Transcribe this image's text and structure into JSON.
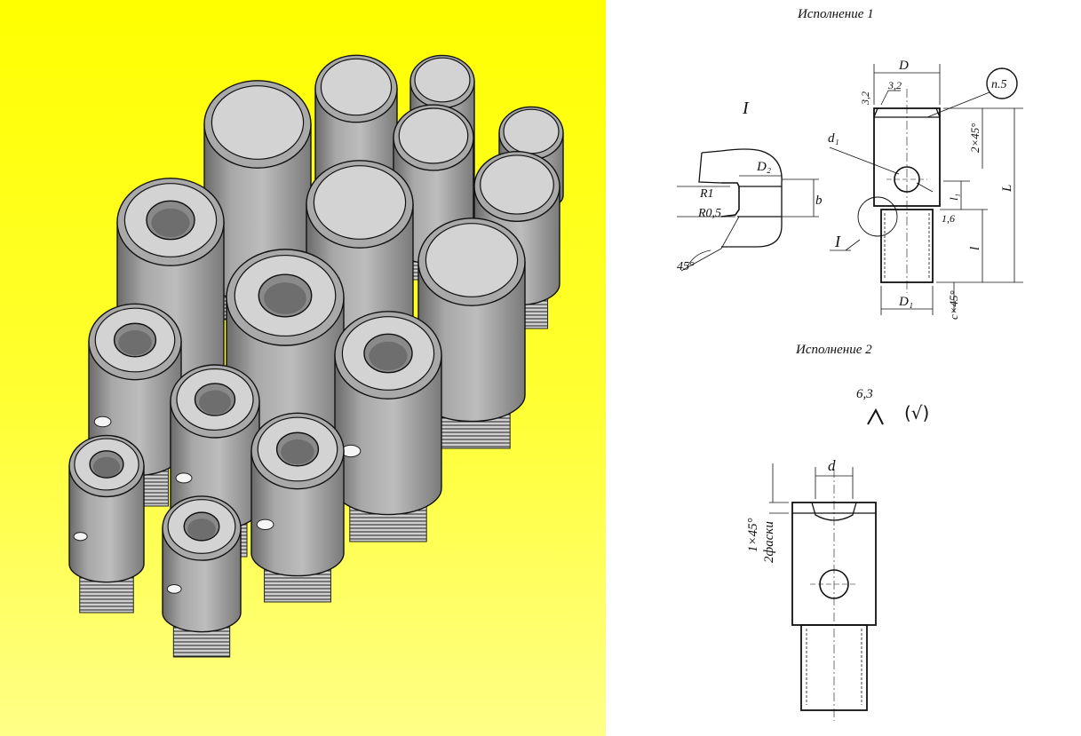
{
  "titles": {
    "variant_1": "Исполнение 1",
    "variant_2": "Исполнение 2"
  },
  "drawing_1": {
    "roman_numeral": "I",
    "leader_tag": "п.5",
    "roughness": "3,2",
    "dimensions": {
      "D": "D",
      "D1": "D₁",
      "D2": "D₂",
      "d1": "d₁",
      "b": "b",
      "R1": "R1",
      "R0_5": "R0,5",
      "angle": "45°",
      "chamfer_top": "2×45°",
      "chamfer_bottom": "c×45°",
      "L": "L",
      "l": "l",
      "l1": "l₁",
      "small_chamfer": "1,6",
      "side_chamfer": "3,2"
    }
  },
  "drawing_2": {
    "roughness_value": "6,3",
    "roughness_note": "(√)",
    "dim_d": "d",
    "chamfer": "1×45°",
    "chamfer_note": "2фаски"
  },
  "colors": {
    "background_top": "#ffff00",
    "background_bottom": "#ffff88",
    "part_body": "#9a9a9a",
    "part_face": "#d2d2d2"
  }
}
